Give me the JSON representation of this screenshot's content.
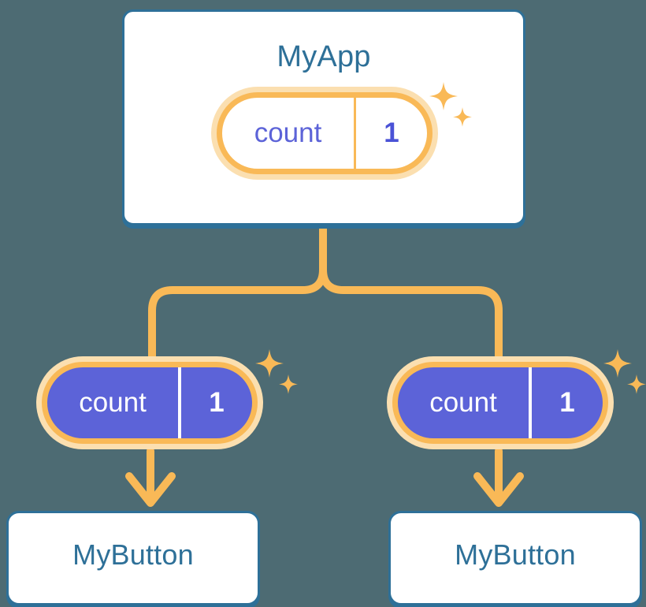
{
  "background_color": "#4d6b73",
  "palette": {
    "card_border": "#2e7098",
    "card_text": "#2e7098",
    "card_fill": "#ffffff",
    "ring_outer": "#fbdfb0",
    "ring_inner": "#f9b957",
    "state_fill": "#5c63d8",
    "state_text_on_fill": "#ffffff",
    "state_text_on_white": "#5c63d8",
    "wire": "#f9b957",
    "sparkle": "#f9b957"
  },
  "app": {
    "title": "MyApp",
    "state": {
      "key": "count",
      "value": "1"
    }
  },
  "children": [
    {
      "title": "MyButton",
      "state": {
        "key": "count",
        "value": "1"
      }
    },
    {
      "title": "MyButton",
      "state": {
        "key": "count",
        "value": "1"
      }
    }
  ],
  "icons": {
    "sparkle_large": "sparkle-icon",
    "sparkle_small": "sparkle-icon"
  }
}
